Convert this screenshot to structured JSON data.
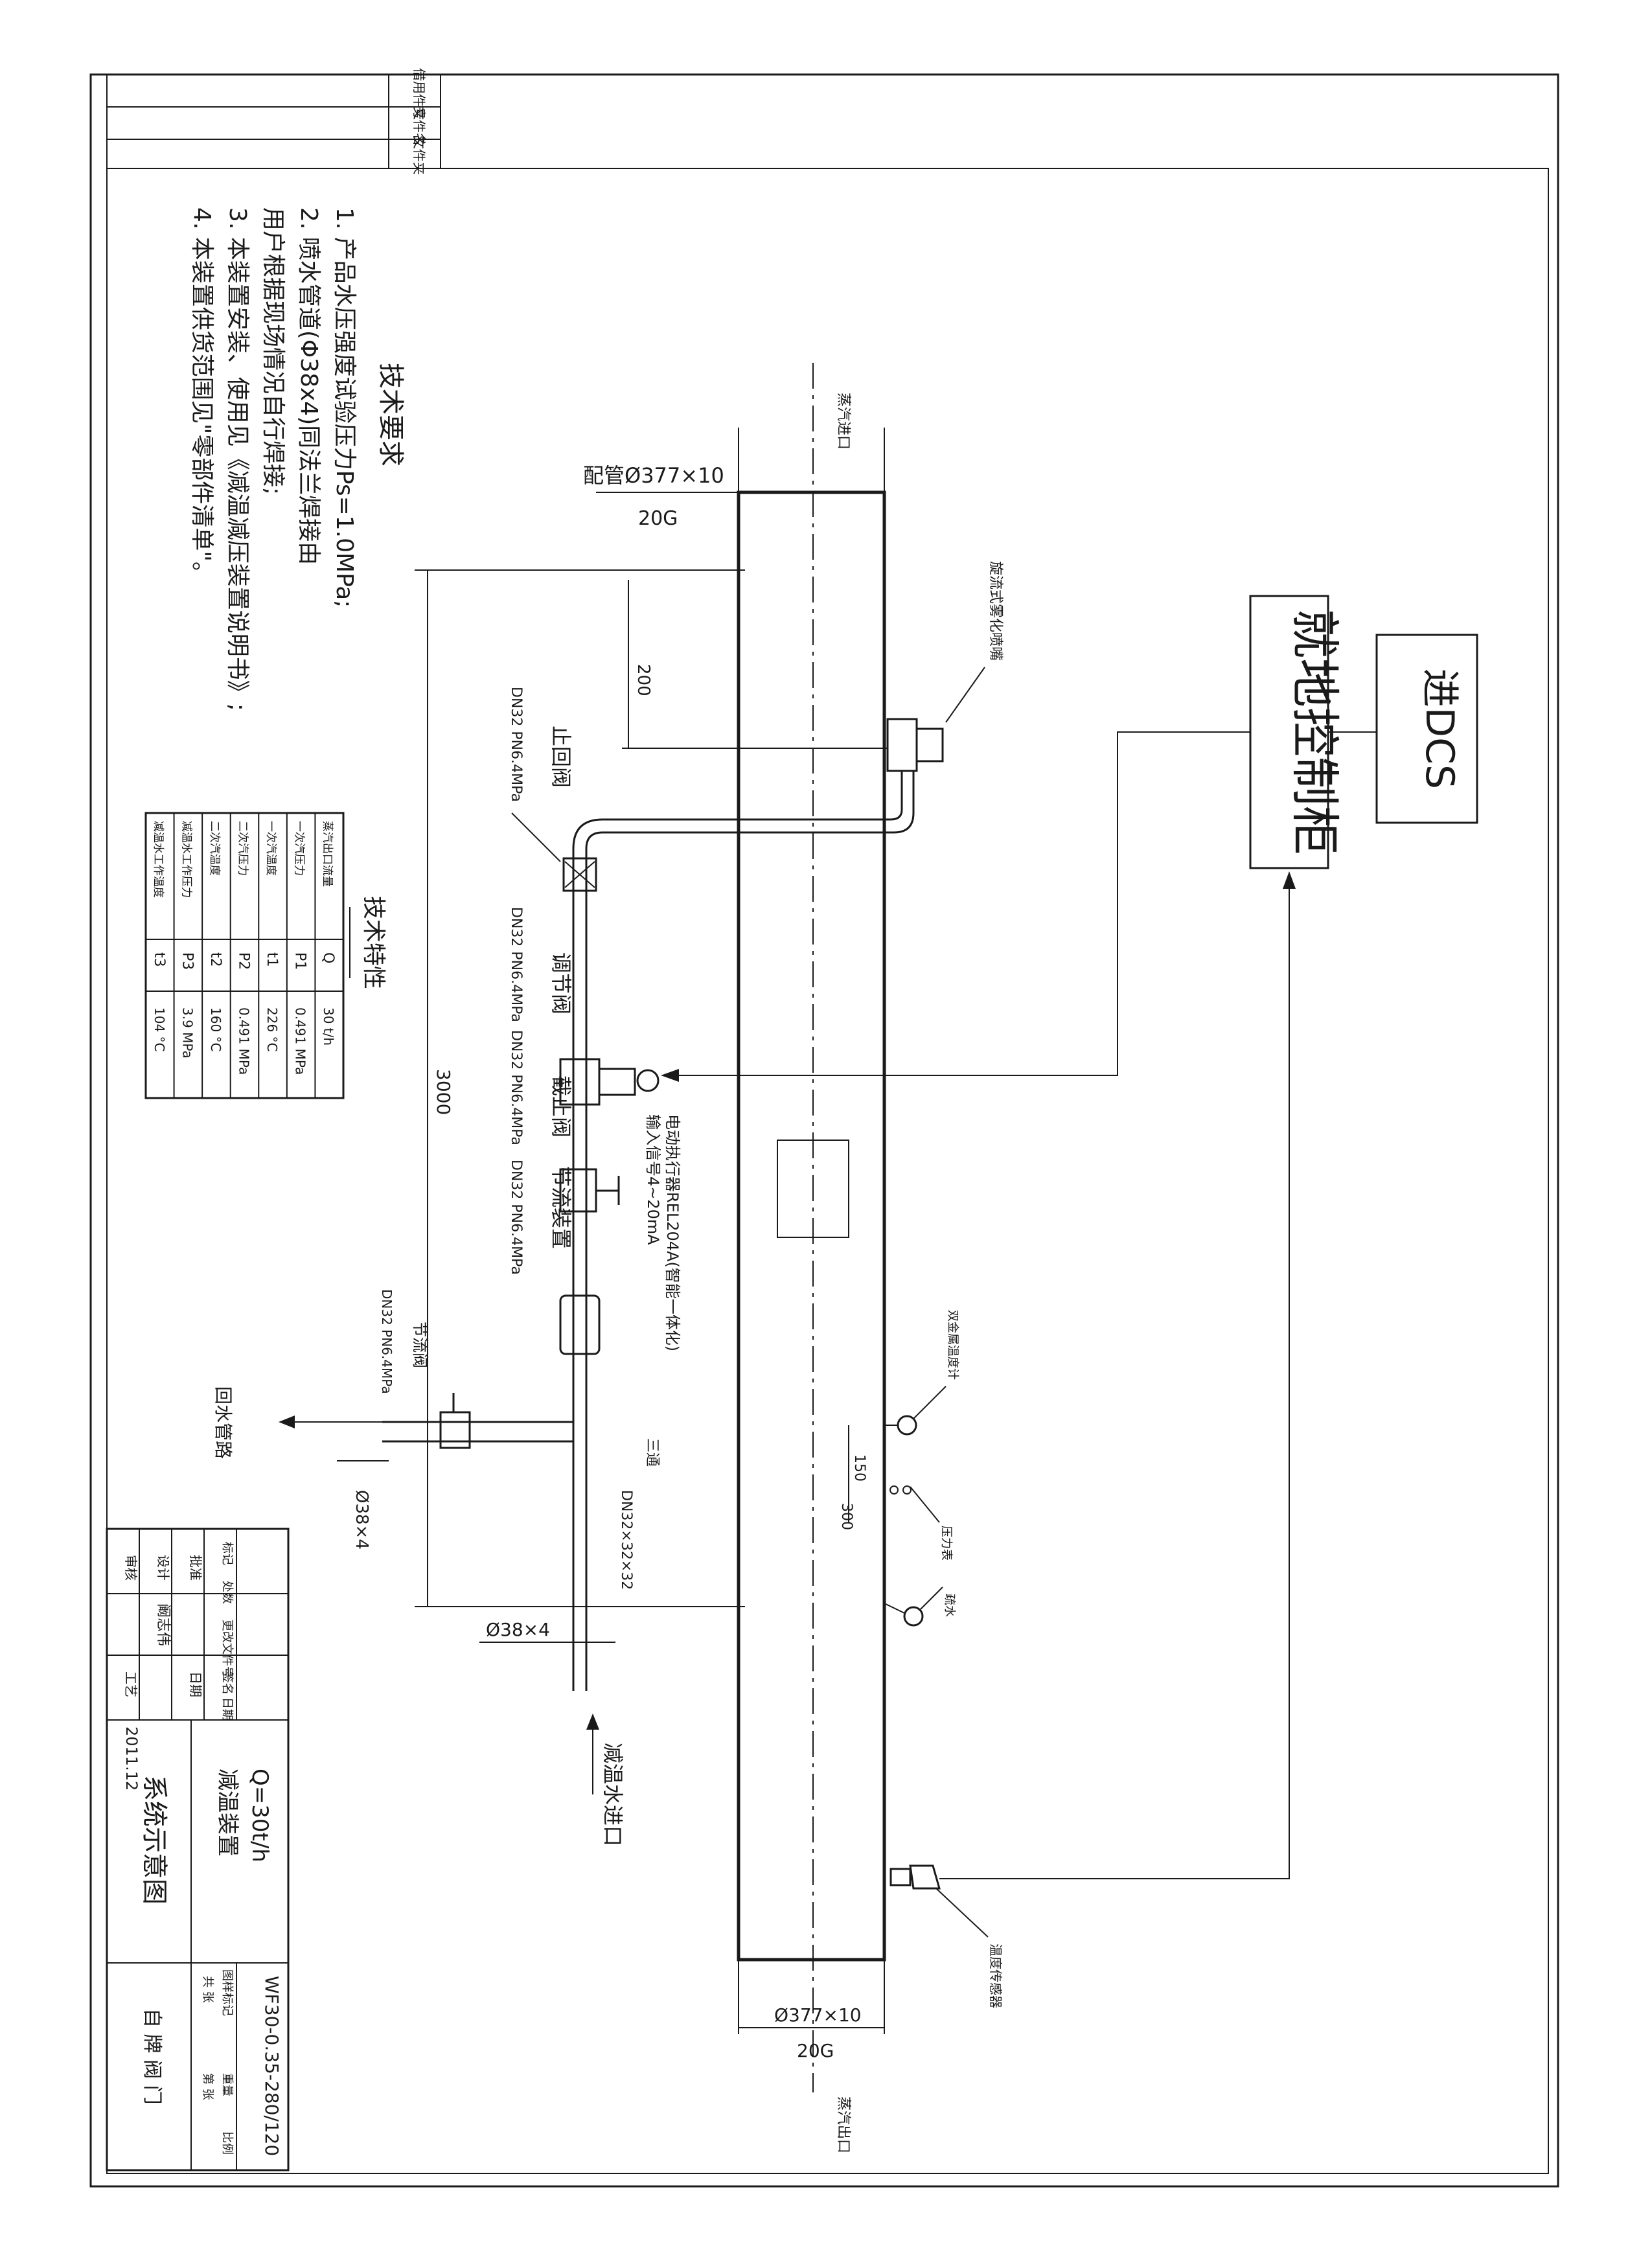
{
  "frame": {
    "strip_labels": [
      "借用件号",
      "文件名",
      "文件夹"
    ]
  },
  "notes": {
    "title": "技术要求",
    "items": [
      "1. 产品水压强度试验压力Ps=1.0MPa;",
      "2. 喷水管道(Φ38x4)同法兰焊接由",
      "   用户根据现场情况自行焊接;",
      "3. 本装置安装、使用见《减温减压装置说明书》;",
      "4. 本装置供货范围见\"零部件清单\"。"
    ]
  },
  "spec_table": {
    "title": "技术特性",
    "rows": [
      {
        "name": "蒸汽出口流量",
        "symbol": "Q",
        "value": "30 t/h"
      },
      {
        "name": "一次汽压力",
        "symbol": "P1",
        "value": "0.491 MPa"
      },
      {
        "name": "一次汽温度",
        "symbol": "t1",
        "value": "226 °C"
      },
      {
        "name": "二次汽压力",
        "symbol": "P2",
        "value": "0.491 MPa"
      },
      {
        "name": "二次汽温度",
        "symbol": "t2",
        "value": "160 °C"
      },
      {
        "name": "减温水工作压力",
        "symbol": "P3",
        "value": "3.9 MPa"
      },
      {
        "name": "减温水工作温度",
        "symbol": "t3",
        "value": "104 °C"
      }
    ]
  },
  "diagram": {
    "steam_inlet": "蒸汽进口",
    "steam_outlet": "蒸汽出口",
    "pipe_top": "配管Ø377×10",
    "pipe_top_material": "20G",
    "pipe_bottom": "Ø377×10",
    "pipe_bottom_material": "20G",
    "nozzle": "旋流式雾化喷嘴",
    "dcs": "进DCS",
    "cabinet": "就地控制柜",
    "dim_200": "200",
    "dim_3000": "3000",
    "dim_150": "150",
    "dim_300": "300",
    "check_valve": "止回阀",
    "check_valve_spec": "DN32 PN6.4MPa",
    "reg_valve": "调节阀",
    "reg_valve_spec": "DN32 PN6.4MPa",
    "actuator": "电动执行器REL204A(智能一体化)",
    "actuator_signal": "输入信号4~20mA",
    "stop_valve": "截止阀",
    "stop_valve_spec": "DN32 PN6.4MPa",
    "orifice": "节流装置",
    "orifice_spec": "DN32 PN6.4MPa",
    "throttle_valve": "节流阀",
    "throttle_valve_spec": "DN32 PN6.4MPa",
    "return_pipe": "回水管路",
    "pipe_38_side": "Ø38×4",
    "pipe_38_main": "Ø38×4",
    "tee": "三通",
    "tee_spec": "DN32×32×32",
    "water_inlet": "减温水进口",
    "thermometer": "双金属温度计",
    "pressure_gauge": "压力表",
    "drain": "疏水",
    "temp_sensor": "温度传感器"
  },
  "title_block": {
    "design_label": "设计",
    "design_name": "阚志伟",
    "check_label": "审核",
    "approve_label": "批准",
    "process_label": "工艺",
    "date_label": "日期",
    "date": "2011.12",
    "row_labels": [
      "标记",
      "处数",
      "更改文件号",
      "签名",
      "日期"
    ],
    "product_line1": "Q=30t/h",
    "product_line2": "减温装置",
    "drawing_name": "系统示意图",
    "drawing_no": "WF30-0.35-280/120",
    "stage_label": "图样标记",
    "weight_label": "重量",
    "scale_label": "比例",
    "sheet_label": "共 张",
    "sheet_of_label": "第 张",
    "company": "自 牌 阀 门"
  }
}
